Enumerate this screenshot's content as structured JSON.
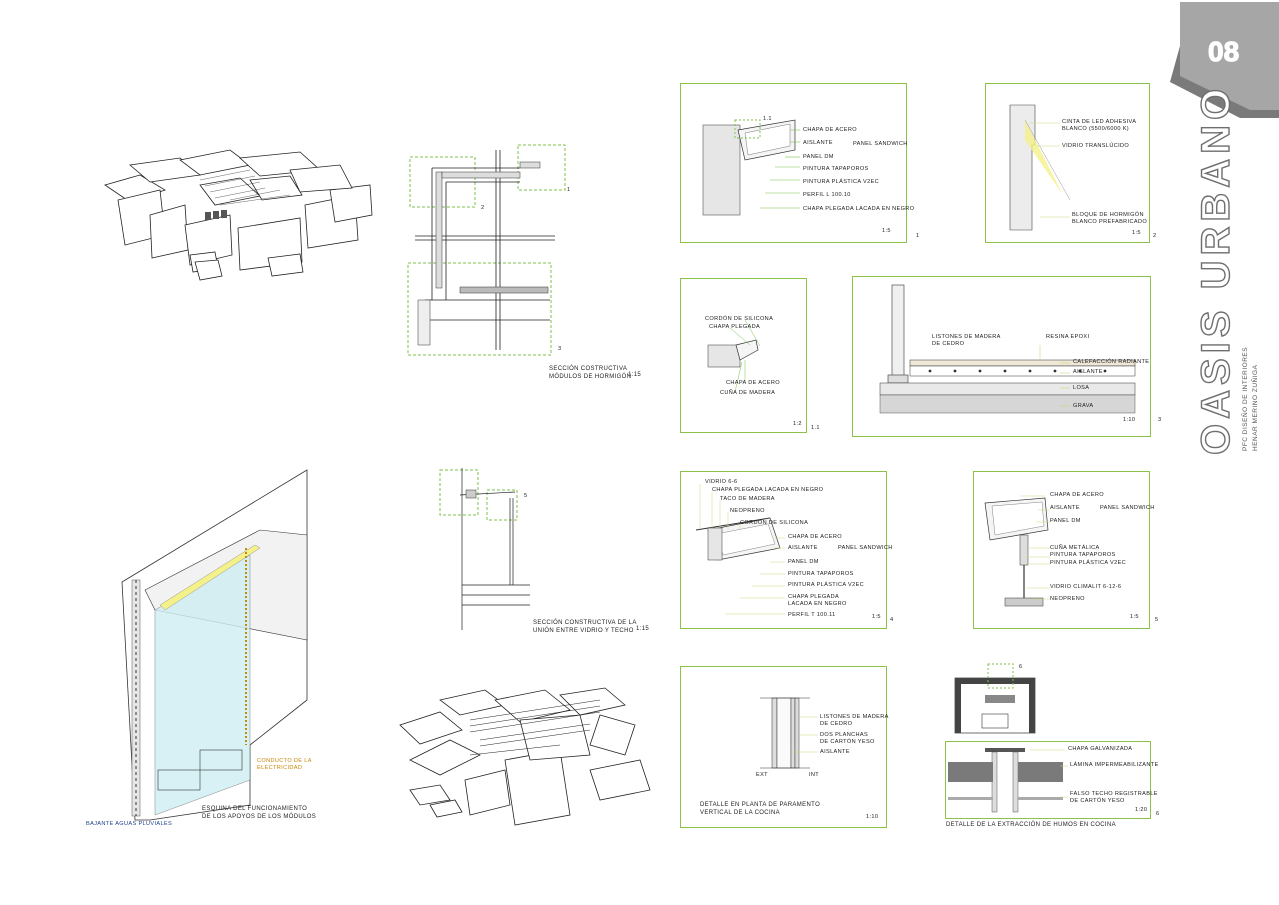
{
  "sheet": {
    "number": "08",
    "title": "OASIS URBANO",
    "subtitle": "PFC DISEÑO DE INTERIORES",
    "author": "HENAR MERINO ZUÑIGA"
  },
  "colors": {
    "frame": "#8bc34a",
    "accent_orange": "#c8880a",
    "accent_blue": "#1c3f8a",
    "tab": "#a6a6a6",
    "glass": "#cfeef2",
    "led": "#f4f08a"
  },
  "section_concrete": {
    "title": "SECCIÓN COSTRUCTIVA",
    "title2": "MÓDULOS DE HORMIGÓN",
    "scale": "1:15",
    "callouts": [
      "1",
      "2",
      "3"
    ]
  },
  "section_glass": {
    "title": "SECCIÓN CONSTRUCTIVA DE LA",
    "title2": "UNIÓN ENTRE VIDRIO Y TECHO",
    "scale": "1:15",
    "callout": "5"
  },
  "corner_view": {
    "label1": "ESQUINA  DEL  FUNCIONAMIENTO",
    "label2": "DE LOS APOYOS DE LOS MÓDULOS",
    "bajante": "BAJANTE AGUAS PLUVIALES",
    "conducto1": "CONDUCTO DE LA",
    "conducto2": "ELECTRICIDAD"
  },
  "detail1": {
    "labels": [
      "CHAPA DE ACERO",
      "AISLANTE",
      "PANEL DM",
      "PINTURA TAPAPOROS",
      "PINTURA PLÁSTICA V2EC",
      "PERFIL L 100.10",
      "CHAPA PLEGADA LACADA EN NEGRO"
    ],
    "panel": "PANEL SANDWICH",
    "mark": "1.1",
    "scale": "1:5",
    "num": "1"
  },
  "detail2": {
    "labels": [
      "CINTA DE LED ADHESIVA",
      "BLANCO (5500/6000 K)",
      "VIDRIO TRANSLÚCIDO",
      "BLOQUE DE HORMIGÓN",
      "BLANCO PREFABRICADO"
    ],
    "scale": "1:5",
    "num": "2"
  },
  "detail11": {
    "labels": [
      "CORDÓN DE SILICONA",
      "CHAPA PLEGADA",
      "CHAPA DE ACERO",
      "CUÑA DE MADERA"
    ],
    "scale": "1:2",
    "num": "1.1"
  },
  "detail3": {
    "labels": [
      "LISTONES DE MADERA",
      "DE CEDRO",
      "RESINA EPOXI",
      "CALEFACCIÓN RADIANTE",
      "AISLANTE",
      "LOSA",
      "GRAVA"
    ],
    "scale": "1:10",
    "num": "3"
  },
  "detail4": {
    "labels": [
      "VIDRIO 6-6",
      "CHAPA PLEGADA LACADA EN NEGRO",
      "TACO DE MADERA",
      "NEOPRENO",
      "CORDÓN DE SILICONA",
      "CHAPA DE ACERO",
      "AISLANTE",
      "PANEL DM",
      "PINTURA TAPAPOROS",
      "PINTURA PLÁSTICA V2EC",
      "CHAPA PLEGADA",
      "LACADA EN NEGRO",
      "PERFIL T 100.11"
    ],
    "panel": "PANEL SANDWICH",
    "scale": "1:5",
    "num": "4"
  },
  "detail5": {
    "labels": [
      "CHAPA DE ACERO",
      "AISLANTE",
      "PANEL DM",
      "CUÑA METÁLICA",
      "PINTURA TAPAPOROS",
      "PINTURA PLÁSTICA V2EC",
      "VIDRIO CLIMALIT 6-12-6",
      "NEOPRENO"
    ],
    "panel": "PANEL SANDWICH",
    "scale": "1:5",
    "num": "5"
  },
  "detail_kitchen": {
    "labels": [
      "LISTONES DE MADERA",
      "DE CEDRO",
      "DOS PLANCHAS",
      "DE CARTÓN YESO",
      "AISLANTE"
    ],
    "ext": "EXT",
    "int": "INT",
    "title1": "DETALLE EN PLANTA DE PARAMENTO",
    "title2": "VERTICAL DE LA COCINA",
    "scale": "1:10"
  },
  "detail6": {
    "labels": [
      "CHAPA GALVANIZADA",
      "LÁMINA IMPERMEABILIZANTE",
      "FALSO TECHO REGISTRABLE",
      "DE CARTÓN YESO"
    ],
    "title": "DETALLE DE LA EXTRACCIÓN DE HUMOS EN COCINA",
    "scale": "1:20",
    "num": "6",
    "mark": "6"
  }
}
